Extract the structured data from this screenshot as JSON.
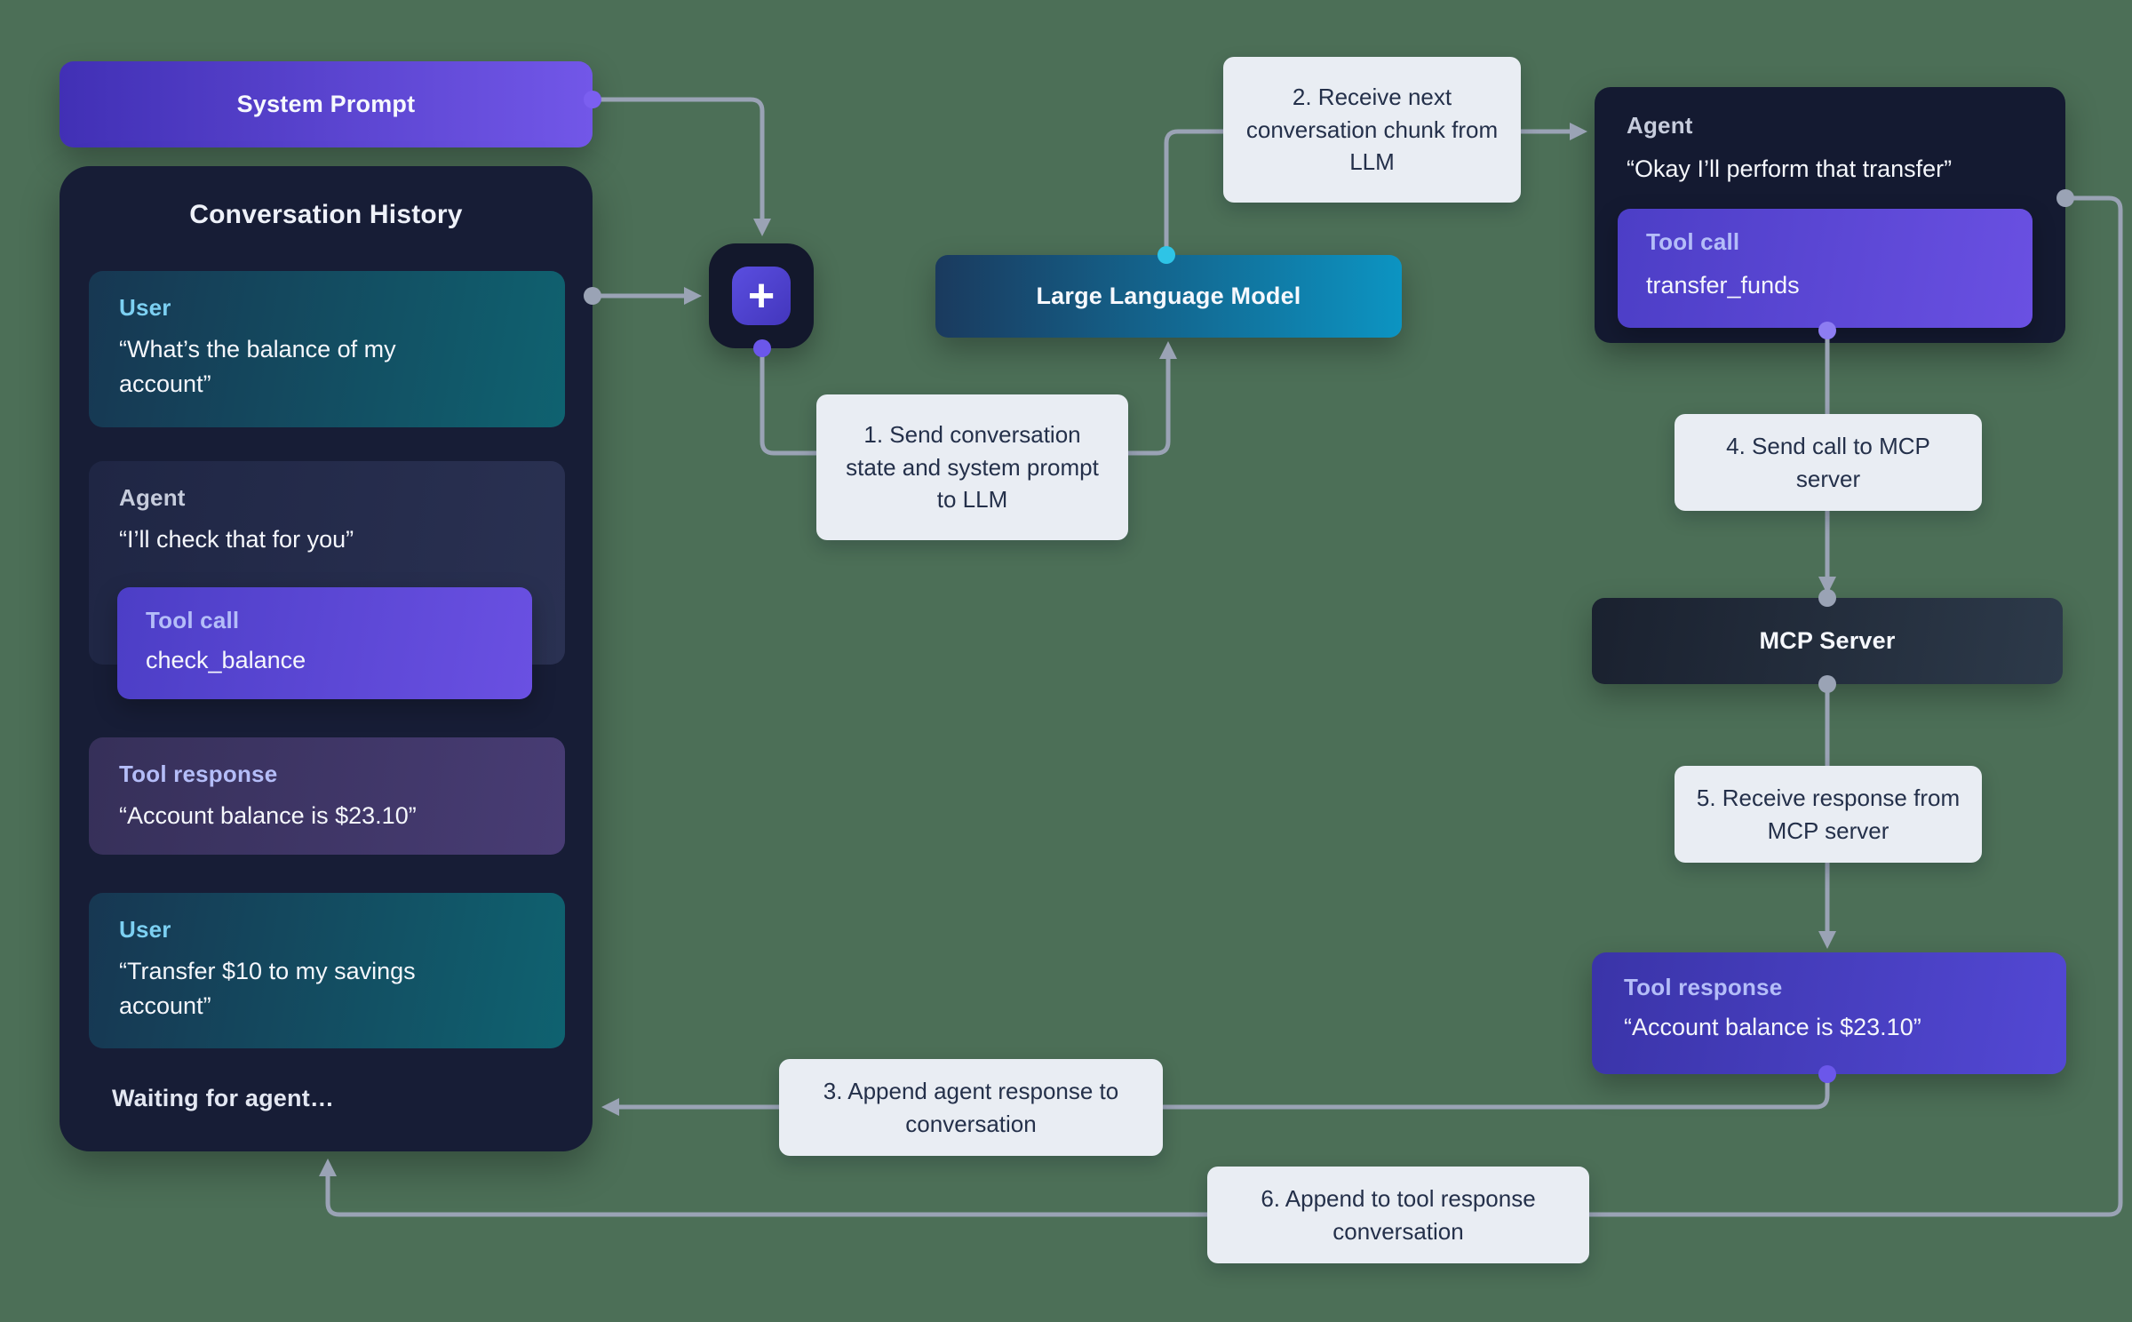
{
  "colors": {
    "background": "#4c6f57",
    "panel_navy": "#171d36",
    "accent_indigo": "#5a49e0",
    "accent_violet": "#7257e8",
    "accent_cyan": "#0c94c2",
    "arrow_gray": "#9aa3b5",
    "label_bg": "#e9edf3",
    "label_text": "#24304a",
    "user_teal": "#0f6270"
  },
  "system_prompt": {
    "label": "System Prompt"
  },
  "conversation": {
    "title": "Conversation History",
    "messages": [
      {
        "role": "User",
        "text": "“What’s the balance of my account”"
      },
      {
        "role": "Agent",
        "text": "“I’ll check that for you”",
        "tool_call": {
          "label": "Tool call",
          "name": "check_balance"
        }
      },
      {
        "role": "Tool response",
        "text": "“Account balance is $23.10”"
      },
      {
        "role": "User",
        "text": "“Transfer $10 to my savings account”"
      }
    ],
    "status": "Waiting for agent…"
  },
  "plus": {
    "symbol": "+"
  },
  "llm": {
    "label": "Large Language Model"
  },
  "steps": [
    {
      "label": "1. Send conversation state and system prompt to LLM"
    },
    {
      "label": "2. Receive next conversation chunk from LLM"
    },
    {
      "label": "3. Append agent response to conversation"
    },
    {
      "label": "4. Send call to MCP server"
    },
    {
      "label": "5. Receive response from MCP server"
    },
    {
      "label": "6. Append to tool response conversation"
    }
  ],
  "agent_panel": {
    "title": "Agent",
    "text": "“Okay I’ll perform that transfer”",
    "tool_call": {
      "label": "Tool call",
      "name": "transfer_funds"
    }
  },
  "mcp": {
    "label": "MCP Server"
  },
  "tool_response_panel": {
    "label": "Tool response",
    "text": "“Account balance is $23.10”"
  }
}
